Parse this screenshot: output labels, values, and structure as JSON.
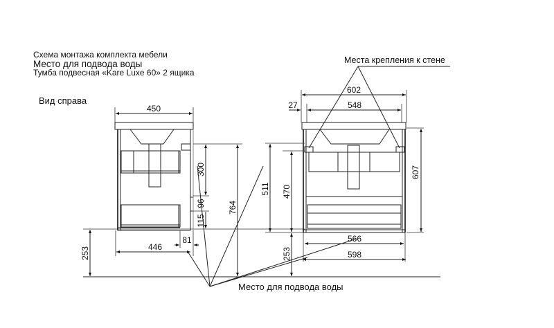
{
  "header": {
    "line1": "Схема монтажа комплекта мебели",
    "line2": "Место для подвода воды",
    "line3": "Тумба подвесная «Kare Luxe 60»  2 ящика"
  },
  "views": {
    "side_label": "Вид справа"
  },
  "annotations": {
    "wall_mounts": "Места крепления к стене",
    "water_supply": "Место для подвода воды"
  },
  "side_view": {
    "width_top": "450",
    "dim_300": "300",
    "dim_96": "96",
    "dim_115": "115",
    "dim_764": "764",
    "dim_253": "253",
    "dim_446": "446",
    "dim_81": "81"
  },
  "front_view": {
    "width_602": "602",
    "offset_27": "27",
    "width_548": "548",
    "height_607": "607",
    "dim_511": "511",
    "dim_470": "470",
    "dim_253": "253",
    "width_566": "566",
    "width_598": "598"
  }
}
